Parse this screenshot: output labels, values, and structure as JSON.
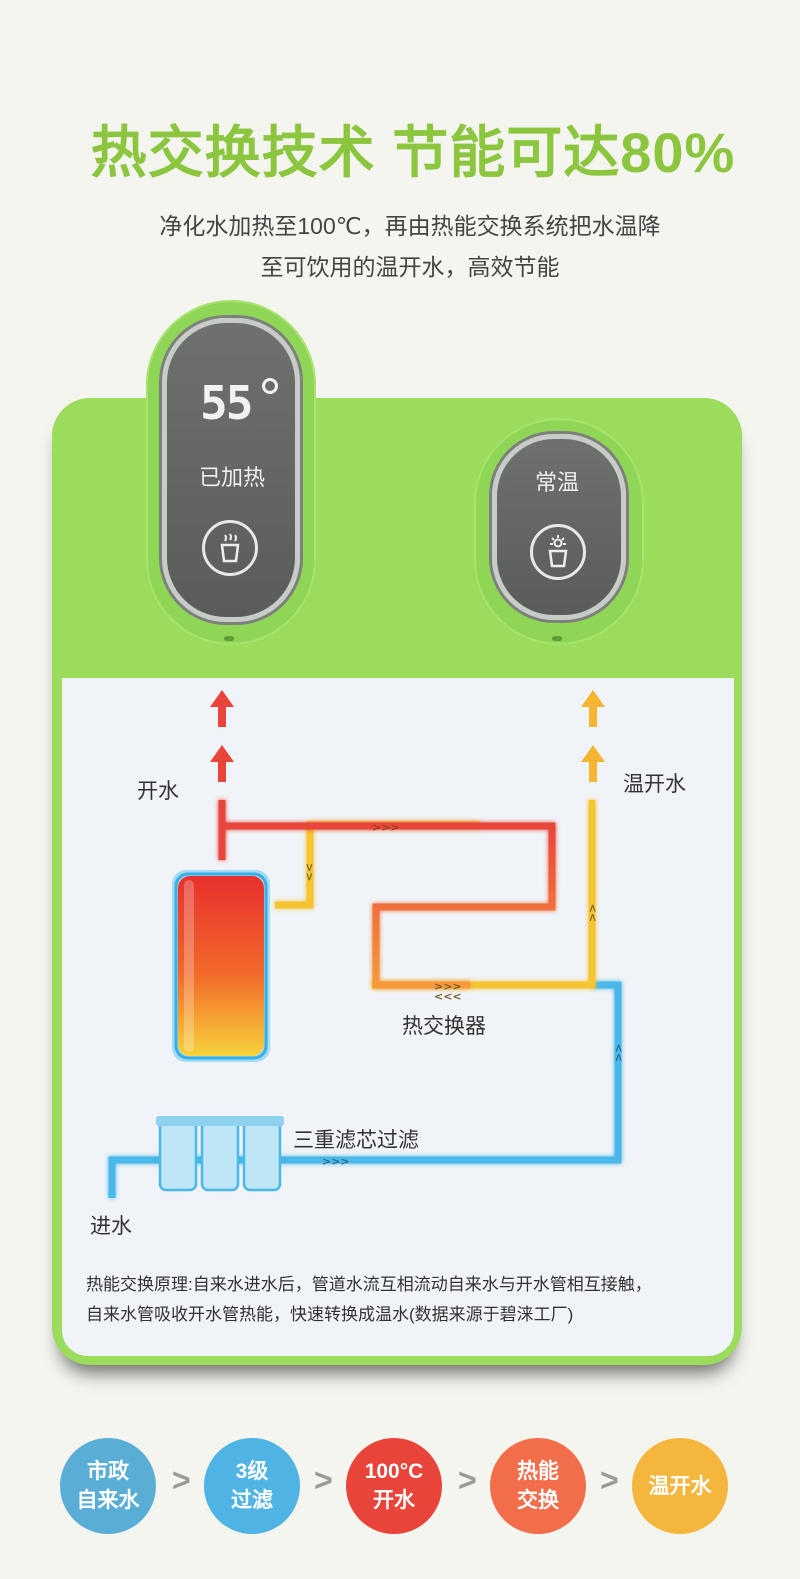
{
  "headline": "热交换技术 节能可达80%",
  "subtitle": {
    "line1": "净化水加热至100℃，再由热能交换系统把水温降",
    "line2": "至可饮用的温开水，高效节能"
  },
  "device": {
    "hot_panel": {
      "temperature": "55",
      "status": "已加热"
    },
    "warm_panel": {
      "status": "常温"
    }
  },
  "diagram": {
    "boiling_label": "开水",
    "warm_label": "温开水",
    "exchanger_label": "热交换器",
    "filter_label": "三重滤芯过滤",
    "inlet_label": "进水"
  },
  "principle": {
    "line1": "热能交换原理:自来水进水后，管道水流互相流动自来水与开水管相互接触，",
    "line2": "自来水管吸收开水管热能，快速转换成温水(数据来源于碧涞工厂)"
  },
  "steps": [
    {
      "line1": "市政",
      "line2": "自来水",
      "color": "#5aaed6"
    },
    {
      "line1": "3级",
      "line2": "过滤",
      "color": "#4fb3e3"
    },
    {
      "line1": "100°C",
      "line2": "开水",
      "color": "#e8443a"
    },
    {
      "line1": "热能",
      "line2": "交换",
      "color": "#f26d4a"
    },
    {
      "line1": "温开水",
      "line2": "",
      "color": "#f4b63d"
    }
  ],
  "step_separator": ">",
  "colors": {
    "accent_green": "#8cc63f",
    "device_green": "#9bdc5c",
    "hot_red": "#e8443a",
    "warm_yellow": "#f5c431",
    "cold_blue": "#4ab8e8"
  }
}
